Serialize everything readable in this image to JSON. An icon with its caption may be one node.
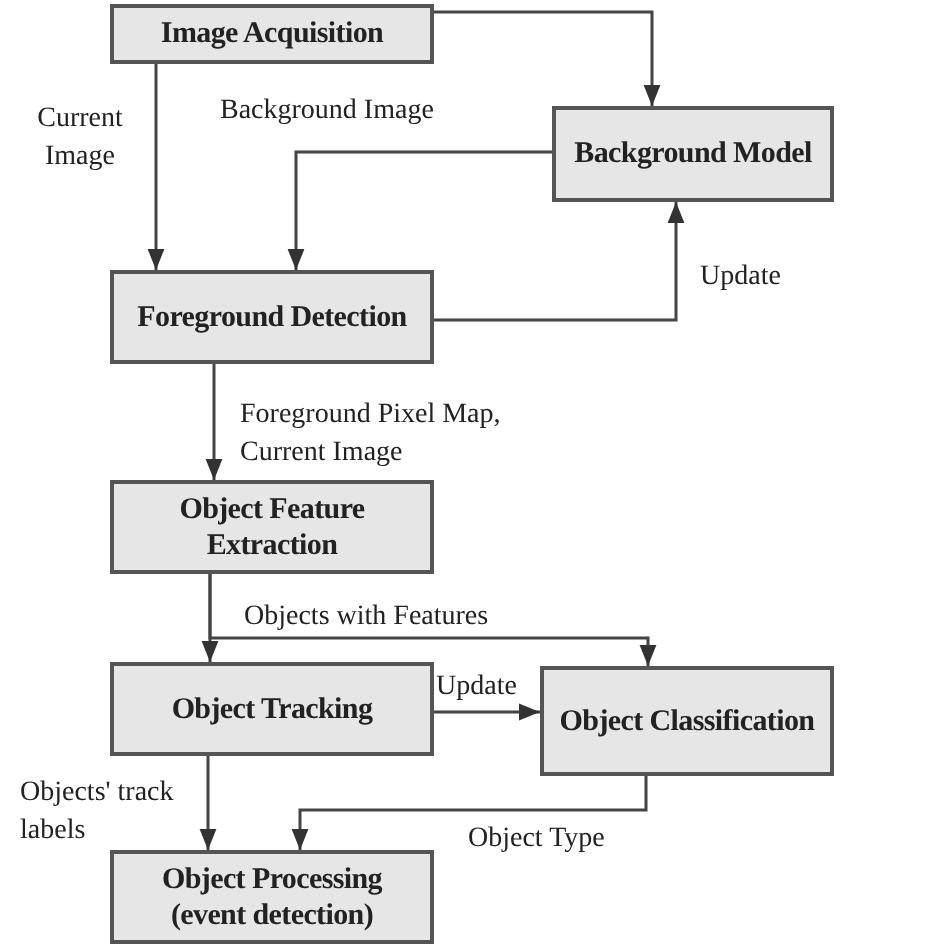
{
  "diagram": {
    "nodes": [
      {
        "text": [
          "Image Acquisition"
        ]
      },
      {
        "text": [
          "Background Model"
        ]
      },
      {
        "text": [
          "Foreground Detection"
        ]
      },
      {
        "text": [
          "Object Feature Extraction"
        ]
      },
      {
        "text": [
          "Object Tracking"
        ]
      },
      {
        "text": [
          "Object Classification"
        ]
      },
      {
        "text": [
          "Object Processing (event detection)"
        ]
      }
    ],
    "edges": [
      {
        "from": 0,
        "to": 2,
        "arrow": "to",
        "label": "Current Image"
      },
      {
        "from": 0,
        "to": 1,
        "arrow": "to"
      },
      {
        "from": 1,
        "to": 2,
        "arrow": "to",
        "label": "Background Image"
      },
      {
        "from": 2,
        "to": 1,
        "arrow": "to",
        "label": "Update"
      },
      {
        "from": 2,
        "to": 3,
        "arrow": "to",
        "label": "Foreground Pixel Map, Current Image"
      },
      {
        "from": 3,
        "to": 4,
        "arrow": "to"
      },
      {
        "from": 3,
        "to": 5,
        "arrow": "to",
        "label": "Objects with Features"
      },
      {
        "from": 4,
        "to": 5,
        "arrow": "to",
        "label": "Update"
      },
      {
        "from": 4,
        "to": 6,
        "arrow": "to",
        "label": "Objects' track labels"
      },
      {
        "from": 5,
        "to": 6,
        "arrow": "to",
        "label": "Object Type"
      }
    ]
  }
}
